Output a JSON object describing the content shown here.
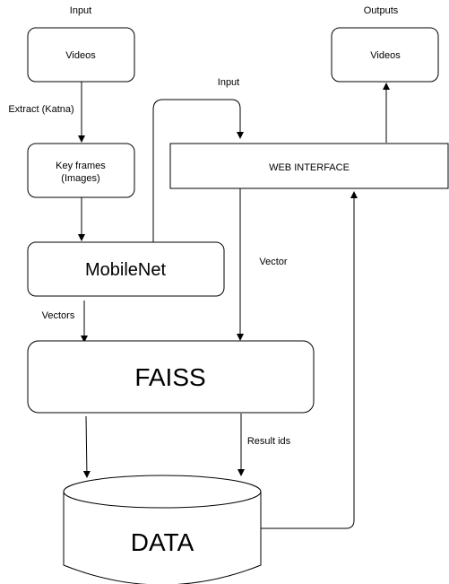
{
  "diagram": {
    "nodes": {
      "input_videos": "Videos",
      "key_frames_line1": "Key frames",
      "key_frames_line2": "(Images)",
      "mobilenet": "MobileNet",
      "faiss": "FAISS",
      "data": "DATA",
      "web_interface": "WEB INTERFACE",
      "output_videos": "Videos"
    },
    "labels": {
      "input_top": "Input",
      "outputs_top": "Outputs",
      "input_web": "Input",
      "extract": "Extract (Katna)",
      "vectors": "Vectors",
      "vector": "Vector",
      "result_ids": "Result ids"
    }
  }
}
